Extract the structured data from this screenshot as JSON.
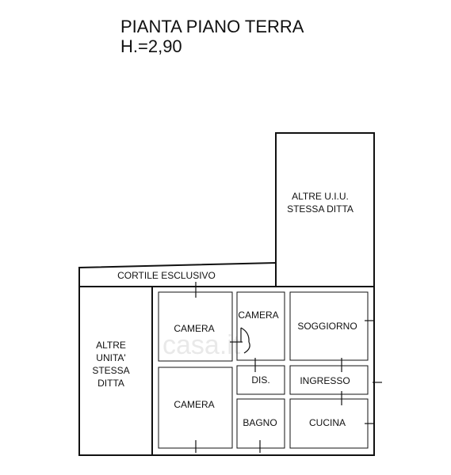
{
  "title": {
    "line1": "PIANTA PIANO TERRA",
    "line2": "H.=2,90"
  },
  "watermark": "casa.it",
  "rooms": {
    "altre_uiu": {
      "line1": "ALTRE U.I.U.",
      "line2": "STESSA DITTA"
    },
    "cortile": "CORTILE ESCLUSIVO",
    "altre_unita": {
      "line1": "ALTRE",
      "line2": "UNITA'",
      "line3": "STESSA",
      "line4": "DITTA"
    },
    "camera_1": "CAMERA",
    "camera_2": "CAMERA",
    "camera_3": "CAMERA",
    "soggiorno": "SOGGIORNO",
    "dis": "DIS.",
    "ingresso": "INGRESSO",
    "bagno": "BAGNO",
    "cucina": "CUCINA"
  }
}
